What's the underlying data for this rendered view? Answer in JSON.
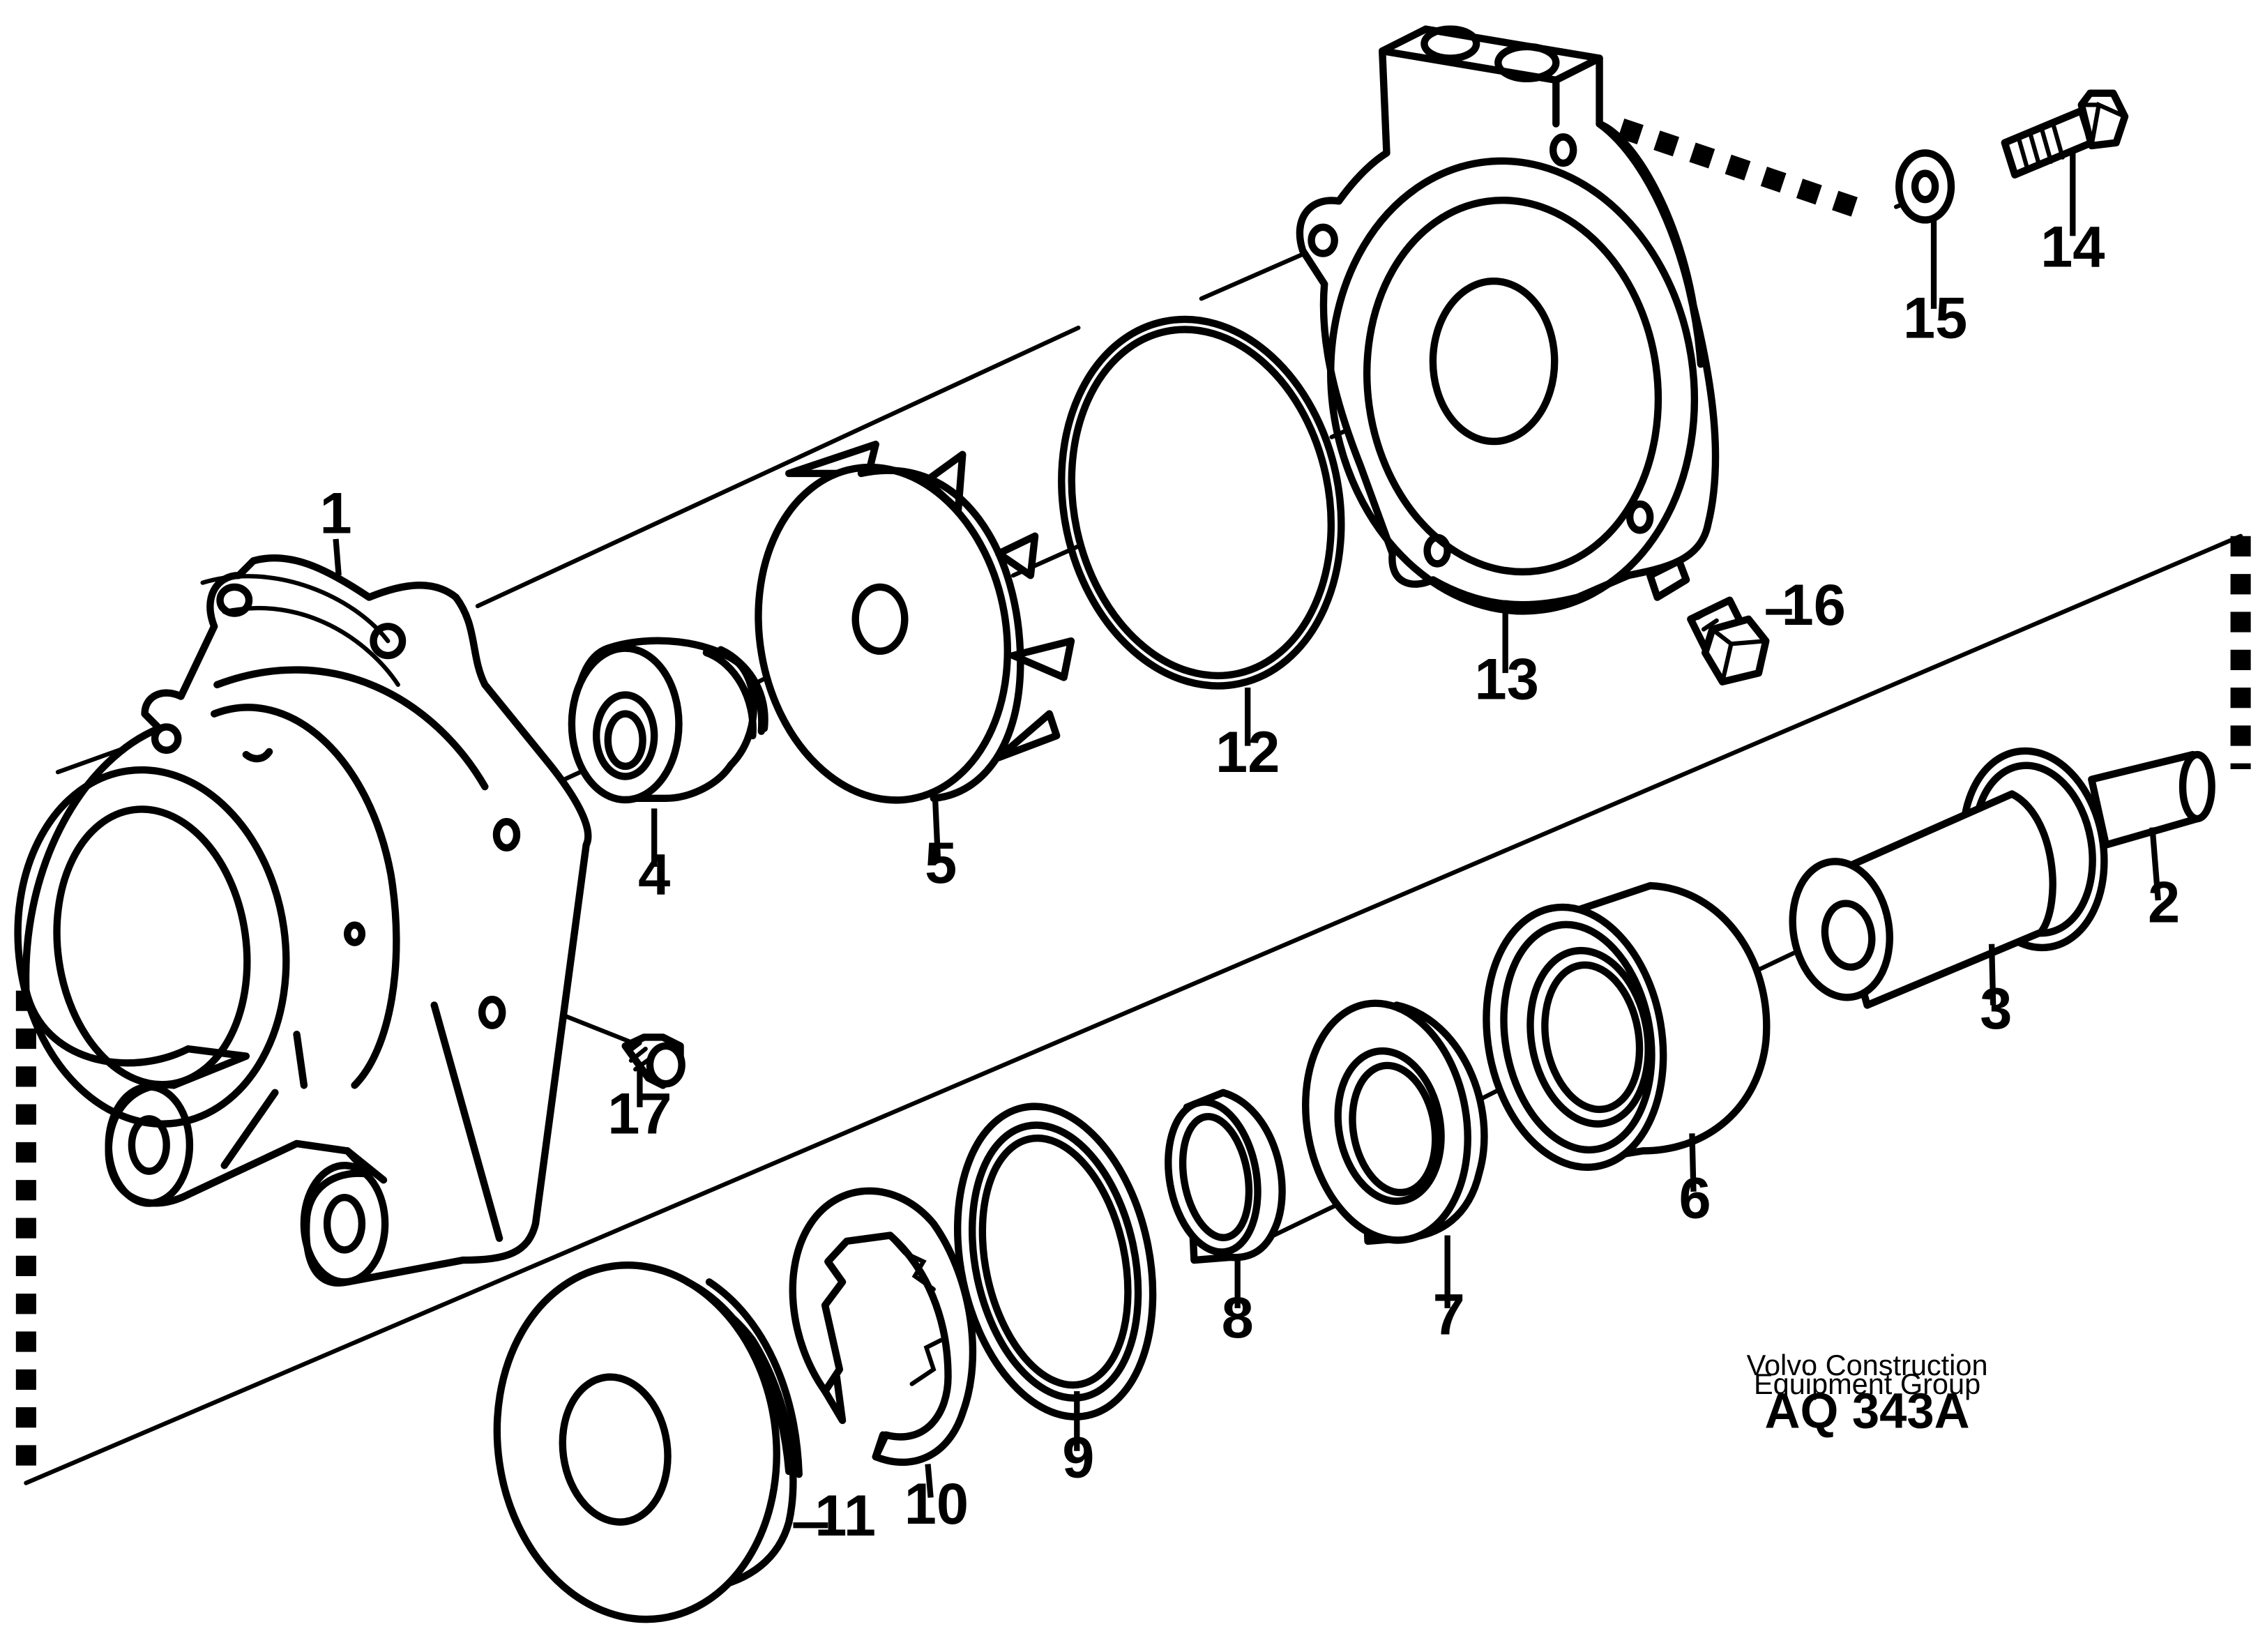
{
  "callouts": {
    "c1": "1",
    "c2": "2",
    "c3": "3",
    "c4": "4",
    "c5": "5",
    "c6": "6",
    "c7": "7",
    "c8": "8",
    "c9": "9",
    "c10": "10",
    "c11": "11",
    "c12": "12",
    "c13": "13",
    "c14": "14",
    "c15": "15",
    "c16": "16",
    "c17": "17"
  },
  "credit": {
    "line1": "Volvo Construction",
    "line2": "Equipment Group",
    "code": "AQ 343A"
  }
}
